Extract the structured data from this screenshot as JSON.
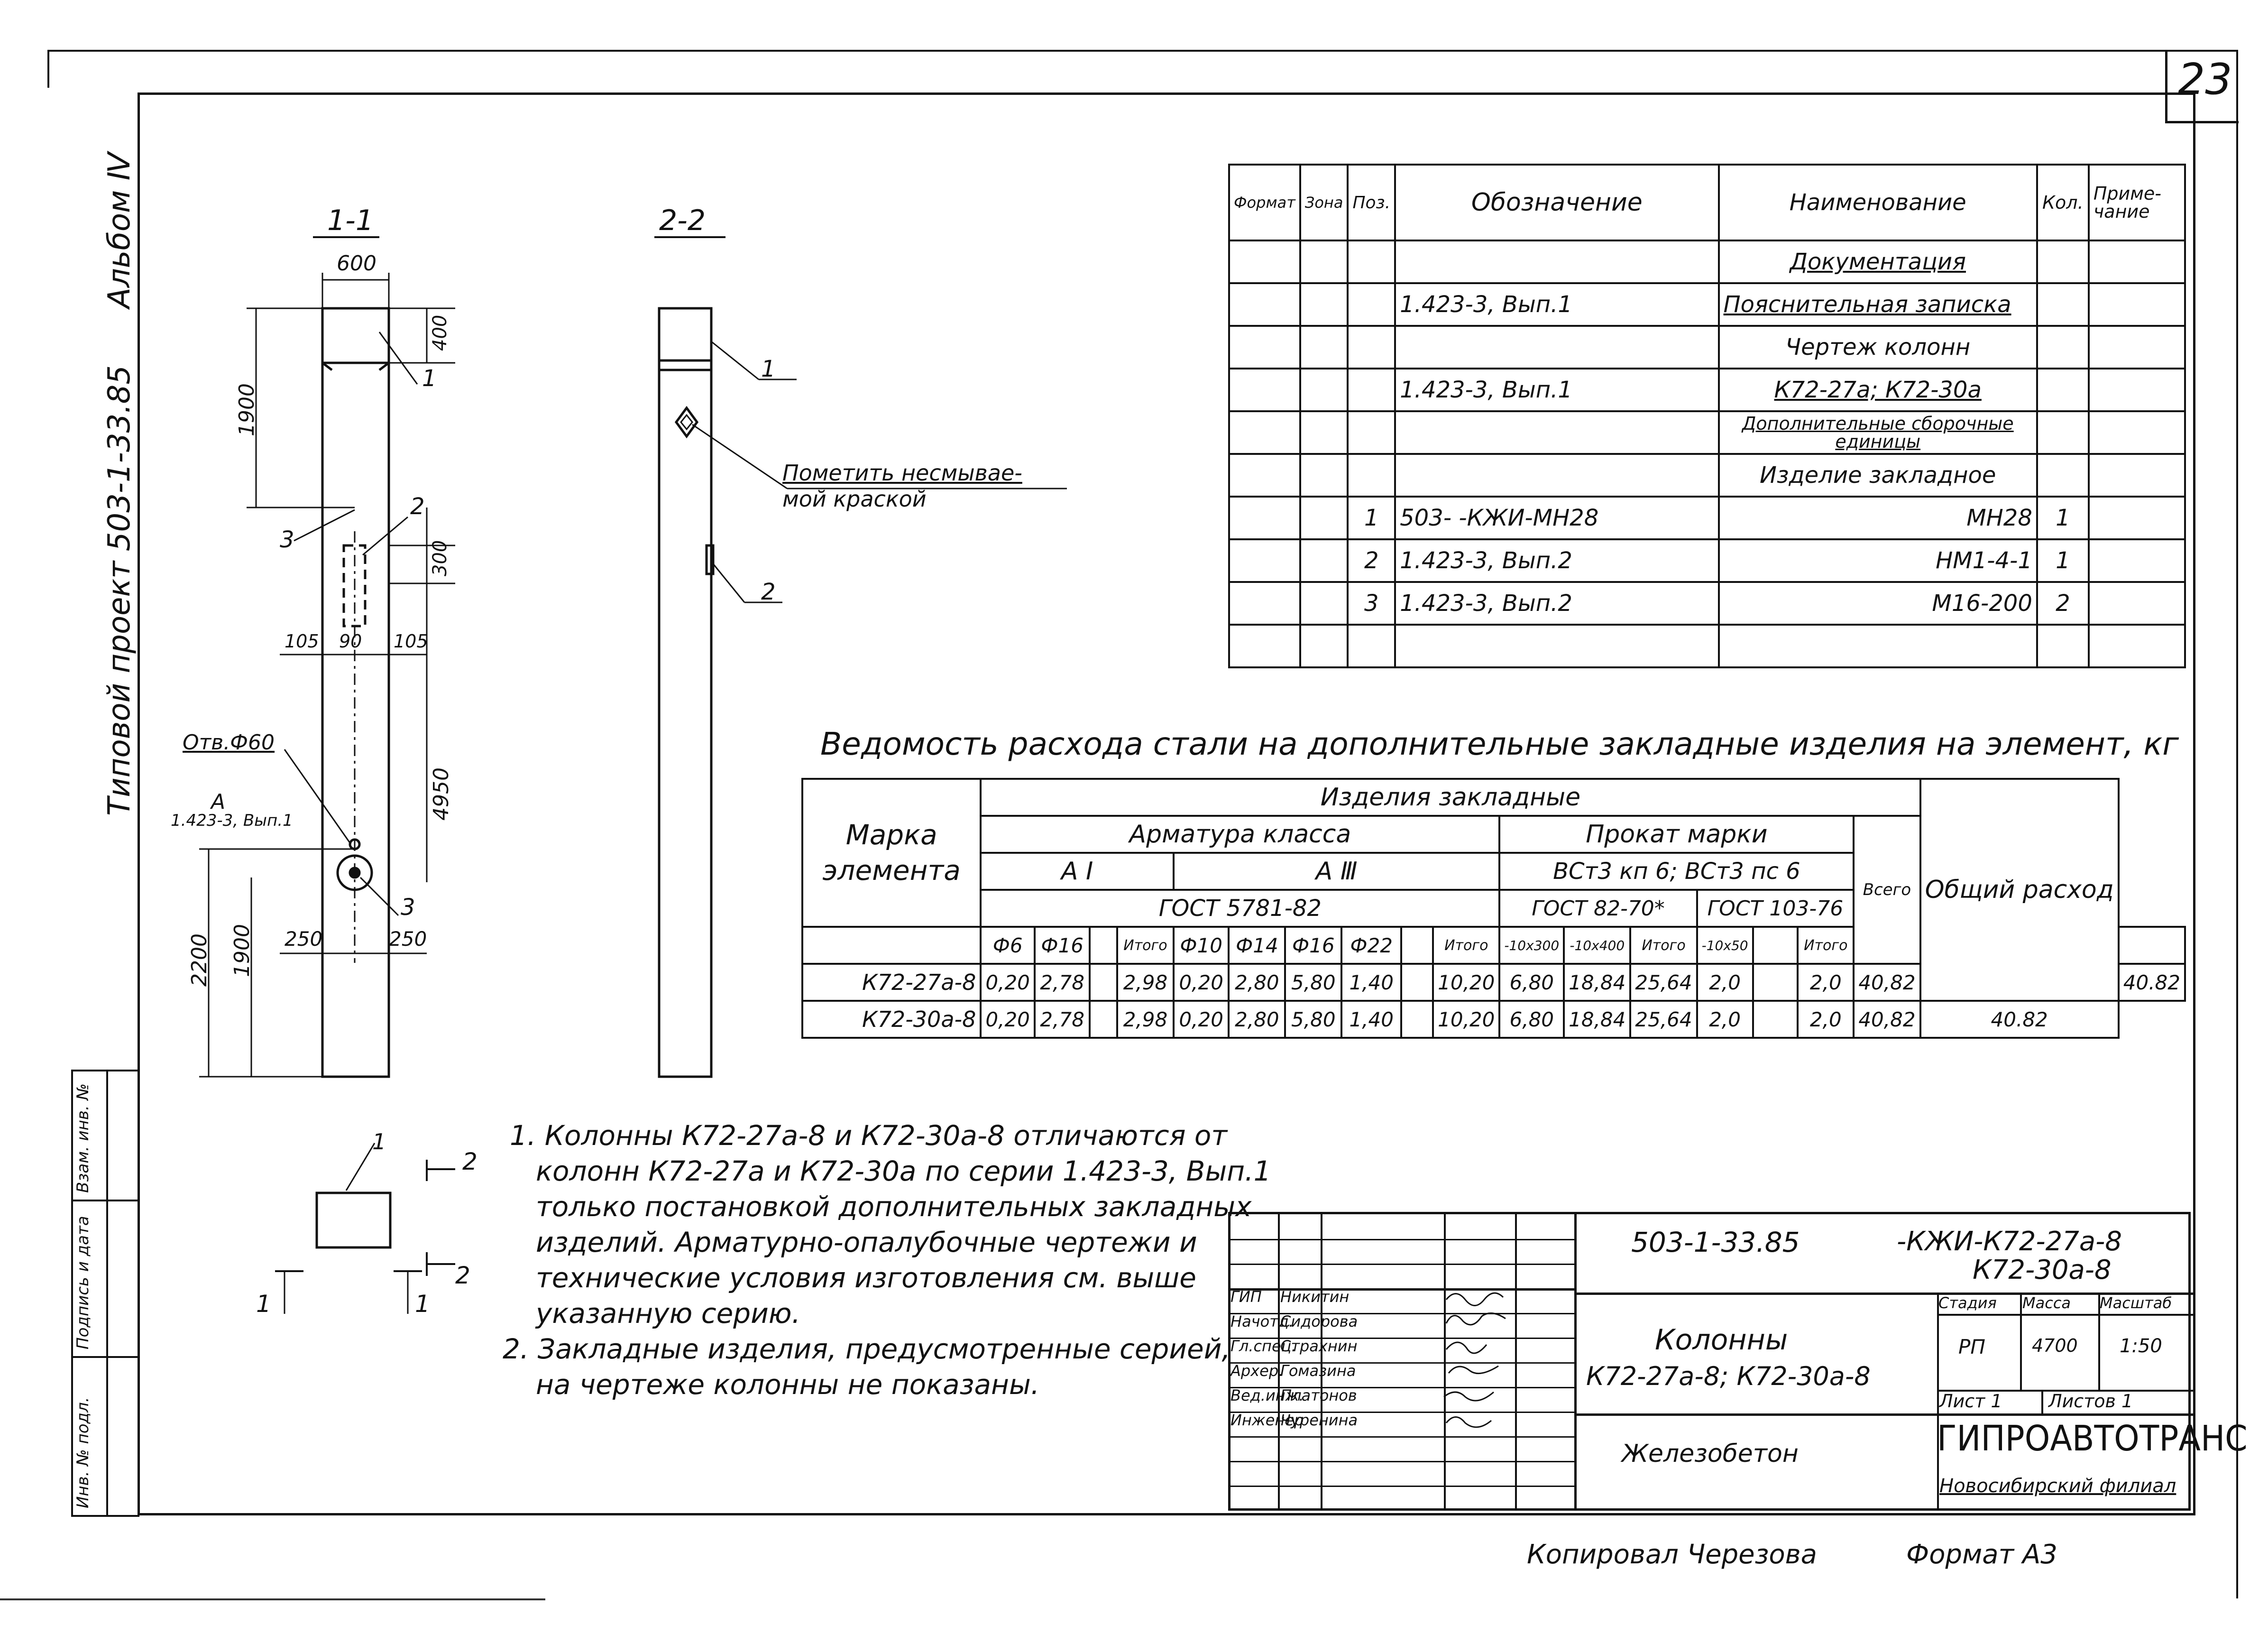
{
  "sheet_number": "23",
  "side": {
    "album": "Альбом Ⅳ",
    "project": "Типовой проект 503-1-33.85",
    "binder": [
      "Инв. № подл.",
      "Подпись и дата",
      "Взам. инв. №"
    ]
  },
  "drawing": {
    "section_11": "1-1",
    "section_22": "2-2",
    "dims": {
      "d600": "600",
      "d400": "400",
      "d1900a": "1900",
      "d300": "300",
      "d105a": "105",
      "d90": "90",
      "d105b": "105",
      "d4950": "4950",
      "d2200": "2200",
      "d1900b": "1900",
      "d250a": "250",
      "d250b": "250"
    },
    "hole_label": "Отв.Ф60",
    "hole_ref_a": "A",
    "hole_ref_b": "1.423-3, Вып.1",
    "callouts": [
      "1",
      "2",
      "3",
      "3",
      "1",
      "2"
    ],
    "paint_note": [
      "Пометить несмывае-",
      "мой краской"
    ],
    "detail_labels": [
      "1",
      "2",
      "2",
      "1",
      "1"
    ]
  },
  "spec_table": {
    "headers": [
      "Формат",
      "Зона",
      "Поз.",
      "Обозначение",
      "Наименование",
      "Кол.",
      "Приме- чание"
    ],
    "rows": [
      {
        "pos": "",
        "designation": "",
        "name": "Документация",
        "qty": "",
        "underline": true
      },
      {
        "pos": "",
        "designation": "1.423-3, Вып.1",
        "name": "Пояснительная записка",
        "qty": "",
        "underline": true
      },
      {
        "pos": "",
        "designation": "",
        "name": "Чертеж колонн",
        "qty": ""
      },
      {
        "pos": "",
        "designation": "1.423-3, Вып.1",
        "name": "К72-27а; К72-30а",
        "qty": "",
        "underline": true
      },
      {
        "pos": "",
        "designation": "",
        "name": "Дополнительные сборочные единицы",
        "qty": "",
        "underline": true
      },
      {
        "pos": "",
        "designation": "",
        "name": "Изделие закладное",
        "qty": ""
      },
      {
        "pos": "1",
        "designation": "503-      -КЖИ-МН28",
        "name": "МН28",
        "qty": "1"
      },
      {
        "pos": "2",
        "designation": "1.423-3, Вып.2",
        "name": "НМ1-4-1",
        "qty": "1"
      },
      {
        "pos": "3",
        "designation": "1.423-3, Вып.2",
        "name": "М16-200",
        "qty": "2"
      },
      {
        "pos": "",
        "designation": "",
        "name": "",
        "qty": ""
      }
    ]
  },
  "steel_table": {
    "title": "Ведомость расхода стали на дополнительные закладные изделия на элемент, кг",
    "h_mark": "Марка элемента",
    "h_items": "Изделия закладные",
    "h_rebar": "Арматура класса",
    "h_rolled": "Прокат марки",
    "h_a1": "А I",
    "h_a3": "А Ⅲ",
    "h_steel": "ВСт3 кп 6;  ВСт3 пс 6",
    "h_gost1": "ГОСТ 5781-82",
    "h_gost2": "ГОСТ 82-70*",
    "h_gost3": "ГОСТ 103-76",
    "h_total_all": "Всего",
    "h_total": "Общий расход",
    "sub": [
      "Ф6",
      "Ф16",
      "",
      "Итого",
      "Ф10",
      "Ф14",
      "Ф16",
      "Ф22",
      "",
      "Итого",
      "-10х300",
      "-10х400",
      "Итого",
      "-10х50",
      "",
      "Итого"
    ],
    "rows": [
      {
        "mark": "К72-27а-8",
        "v": [
          "0,20",
          "2,78",
          "",
          "2,98",
          "0,20",
          "2,80",
          "5,80",
          "1,40",
          "",
          "10,20",
          "6,80",
          "18,84",
          "25,64",
          "2,0",
          "",
          "2,0"
        ],
        "all": "40,82",
        "total": "40.82"
      },
      {
        "mark": "К72-30а-8",
        "v": [
          "0,20",
          "2,78",
          "",
          "2,98",
          "0,20",
          "2,80",
          "5,80",
          "1,40",
          "",
          "10,20",
          "6,80",
          "18,84",
          "25,64",
          "2,0",
          "",
          "2,0"
        ],
        "all": "40,82",
        "total": "40.82"
      }
    ]
  },
  "notes": [
    "1. Колонны К72-27а-8 и К72-30а-8 отличаются от",
    "колонн К72-27а и К72-30а по серии 1.423-3, Вып.1",
    "только постановкой дополнительных закладных",
    "изделий. Арматурно-опалубочные чертежи и",
    "технические условия изготовления см. выше",
    "указанную серию.",
    "2. Закладные изделия, предусмотренные серией,",
    "на чертеже колонны не показаны."
  ],
  "stamp": {
    "code": "503-1-33.85",
    "code_suffix_1": "-КЖИ-К72-27а-8",
    "code_suffix_2": "К72-30а-8",
    "title_1": "Колонны",
    "title_2": "К72-27а-8; К72-30а-8",
    "material": "Железобетон",
    "h_stage": "Стадия",
    "h_mass": "Масса",
    "h_scale": "Масштаб",
    "stage": "РП",
    "mass": "4700",
    "scale": "1:50",
    "sheet": "Лист 1",
    "sheets": "Листов 1",
    "org": "ГИПРОАВТОТРАНС",
    "branch": "Новосибирский филиал",
    "people": [
      {
        "role": "ГИП",
        "name": "Никитин"
      },
      {
        "role": "Начотд.",
        "name": "Сидорова"
      },
      {
        "role": "Гл.спец.",
        "name": "Страхнин"
      },
      {
        "role": "Архер.",
        "name": "Гомазина"
      },
      {
        "role": "Вед.инж.",
        "name": "Платонов"
      },
      {
        "role": "Инженер",
        "name": "Чуренина"
      }
    ]
  },
  "footer": {
    "copied": "Копировал  Черезова",
    "format": "Формат  А3"
  }
}
